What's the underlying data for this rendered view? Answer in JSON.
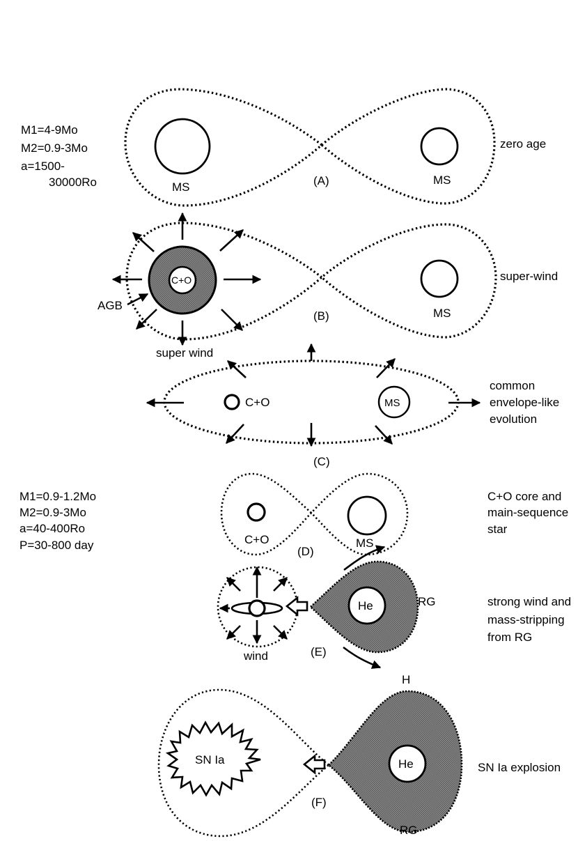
{
  "panels": {
    "A": {
      "tag": "(A)",
      "left_star": "MS",
      "right_star": "MS",
      "stage": "zero age"
    },
    "B": {
      "tag": "(B)",
      "core": "C+O",
      "giant": "AGB",
      "right_star": "MS",
      "wind": "super wind",
      "stage": "super-wind"
    },
    "C": {
      "tag": "(C)",
      "core": "C+O",
      "right_star": "MS",
      "stage_lines": [
        "common",
        "envelope-like",
        "evolution"
      ]
    },
    "D": {
      "tag": "(D)",
      "core": "C+O",
      "right_star": "MS",
      "stage_lines": [
        "C+O core and",
        "main-sequence",
        "star"
      ]
    },
    "E": {
      "tag": "(E)",
      "core": "He",
      "giant": "RG",
      "wind": "wind",
      "stage_lines": [
        "strong wind and",
        "mass-stripping",
        "from RG"
      ]
    },
    "F": {
      "tag": "(F)",
      "supernova": "SN Ia",
      "core": "He",
      "envelope": "H",
      "giant": "RG",
      "stage": "SN Ia explosion"
    }
  },
  "initial_params": [
    "M1=4-9Mo",
    "M2=0.9-3Mo",
    "a=1500-",
    "30000Ro"
  ],
  "final_params": [
    "M1=0.9-1.2Mo",
    "M2=0.9-3Mo",
    "a=40-400Ro",
    "P=30-800 day"
  ],
  "colors": {
    "line": "#000000",
    "hatch": "#7a7a7a",
    "background": "#ffffff"
  }
}
